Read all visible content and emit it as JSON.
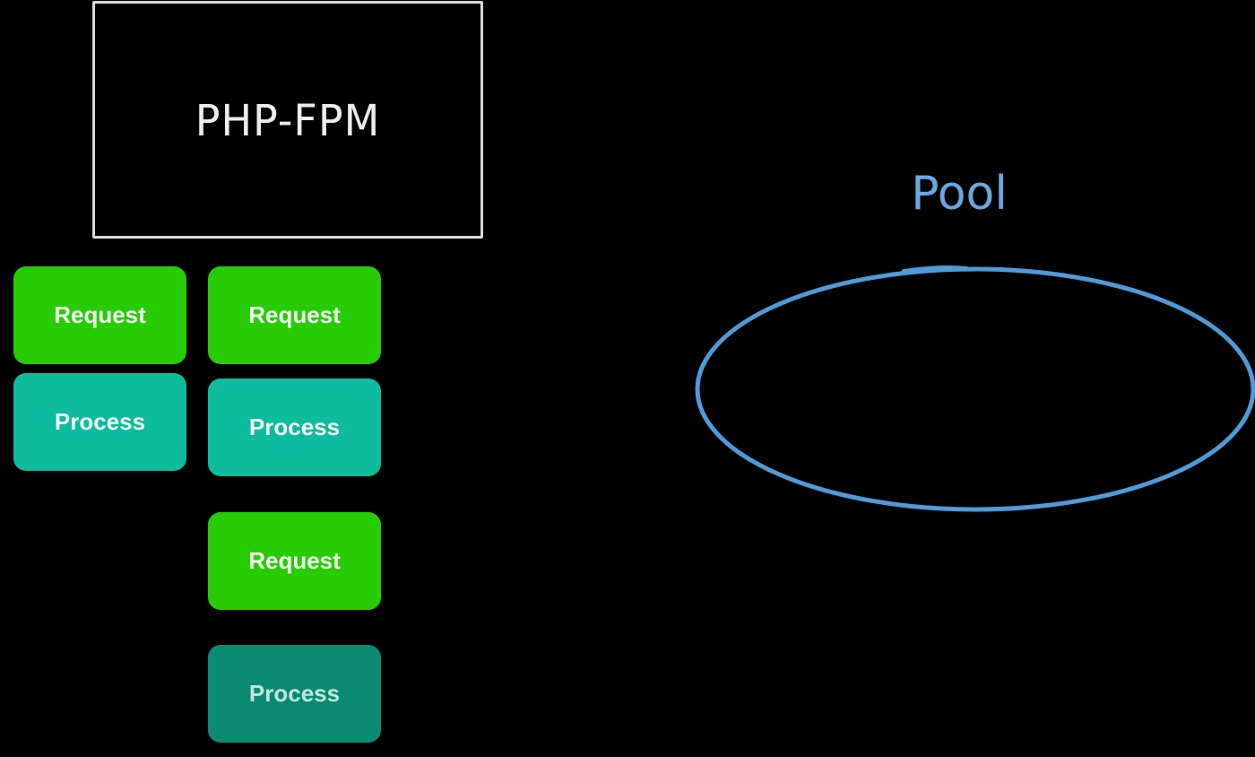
{
  "diagram": {
    "server_label": "PHP-FPM",
    "pool_label": "Pool",
    "blocks": [
      {
        "kind": "request",
        "label": "Request"
      },
      {
        "kind": "process",
        "label": "Process"
      },
      {
        "kind": "request",
        "label": "Request"
      },
      {
        "kind": "process",
        "label": "Process"
      },
      {
        "kind": "request",
        "label": "Request"
      },
      {
        "kind": "process",
        "label": "Process"
      }
    ],
    "colors": {
      "background": "#000000",
      "request": "#28cc05",
      "process": "#0dbb9d",
      "process_dim": "#0a8a72",
      "pool": "#4f9ad8",
      "box_border": "#d9d9d9"
    }
  }
}
